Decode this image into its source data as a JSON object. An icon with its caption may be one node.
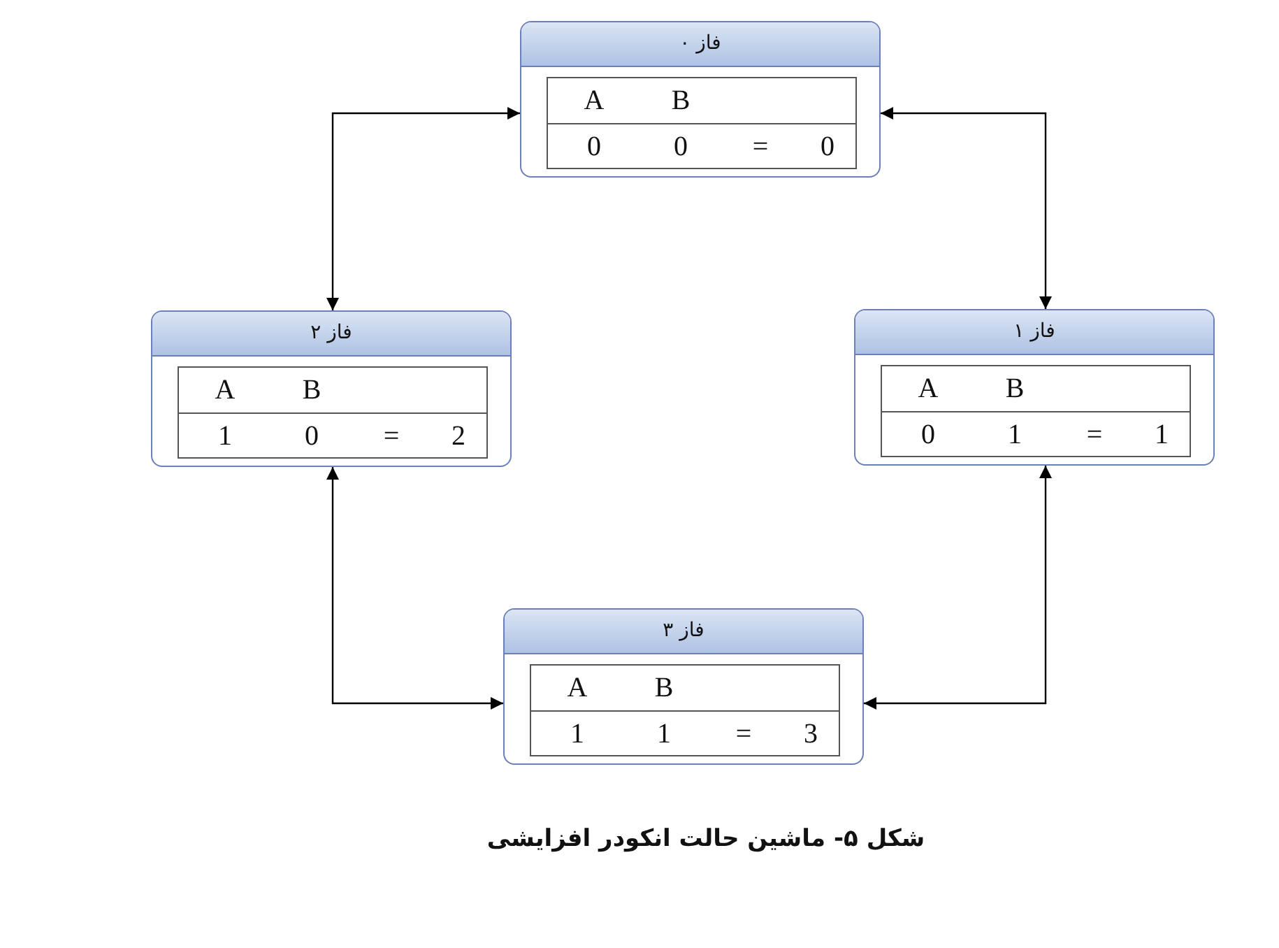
{
  "diagram": {
    "caption": "شکل ۵- ماشین حالت انکودر افزایشی",
    "nodes": [
      {
        "text": [
          "فاز ۰",
          "A",
          "B",
          "0",
          "0",
          "=",
          "0"
        ]
      },
      {
        "text": [
          "فاز ۱",
          "A",
          "B",
          "0",
          "1",
          "=",
          "1"
        ]
      },
      {
        "text": [
          "فاز ۲",
          "A",
          "B",
          "1",
          "0",
          "=",
          "2"
        ]
      },
      {
        "text": [
          "فاز ۳",
          "A",
          "B",
          "1",
          "1",
          "=",
          "3"
        ]
      }
    ],
    "edges": [
      {
        "from": 0,
        "to": 1,
        "arrow": "both"
      },
      {
        "from": 0,
        "to": 2,
        "arrow": "both"
      },
      {
        "from": 2,
        "to": 3,
        "arrow": "both"
      },
      {
        "from": 1,
        "to": 3,
        "arrow": "both"
      }
    ]
  }
}
